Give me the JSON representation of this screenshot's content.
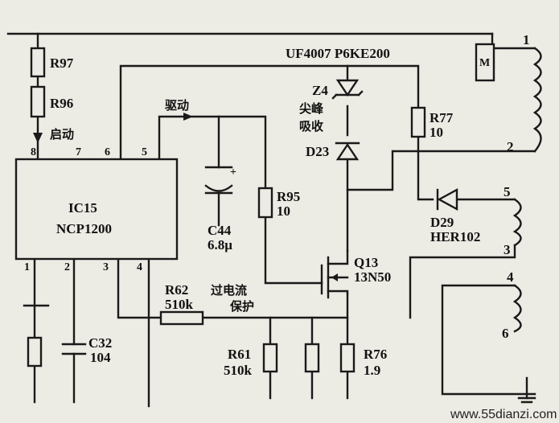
{
  "ic": {
    "ref": "IC15",
    "part": "NCP1200",
    "pins_top": [
      "8",
      "7",
      "6",
      "5"
    ],
    "pins_bottom": [
      "1",
      "2",
      "3",
      "4"
    ]
  },
  "diodes": {
    "top_label": "UF4007  P6KE200",
    "z4": "Z4",
    "spike_absorb_1": "尖峰",
    "spike_absorb_2": "吸收",
    "d23": "D23",
    "d29": "D29",
    "d29_part": "HER102"
  },
  "resistors": {
    "r97": "R97",
    "r96": "R96",
    "r77": "R77",
    "r77_val": "10",
    "r95": "R95",
    "r95_val": "10",
    "r62": "R62",
    "r62_val": "510k",
    "r61": "R61",
    "r61_val": "510k",
    "r76": "R76",
    "r76_val": "1.9"
  },
  "capacitors": {
    "c44": "C44",
    "c44_val": "6.8μ",
    "c32": "C32",
    "c32_val": "104"
  },
  "transistor": {
    "ref": "Q13",
    "part": "13N50"
  },
  "labels": {
    "startup": "启动",
    "drive": "驱动",
    "overcurrent_1": "过电流",
    "overcurrent_2": "保护"
  },
  "transformer": {
    "pins": [
      "1",
      "2",
      "5",
      "3",
      "4",
      "6"
    ]
  },
  "fuse": {
    "label": "M"
  },
  "watermark": "www.55dianzi.com"
}
